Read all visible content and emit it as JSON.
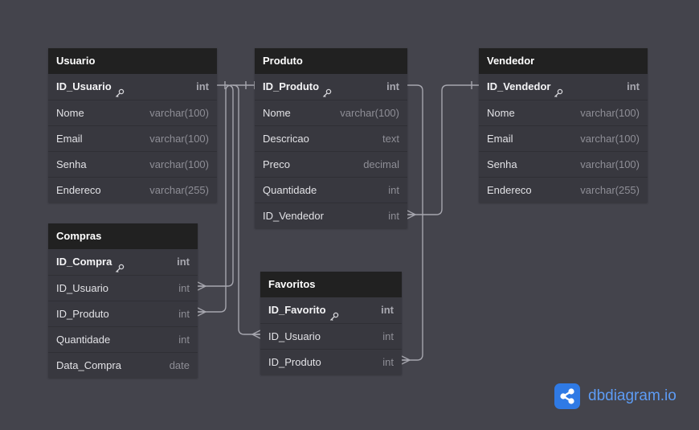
{
  "tables": {
    "usuario": {
      "name": "Usuario",
      "fields": [
        {
          "name": "ID_Usuario",
          "type": "int",
          "pk": true
        },
        {
          "name": "Nome",
          "type": "varchar(100)"
        },
        {
          "name": "Email",
          "type": "varchar(100)"
        },
        {
          "name": "Senha",
          "type": "varchar(100)"
        },
        {
          "name": "Endereco",
          "type": "varchar(255)"
        }
      ]
    },
    "produto": {
      "name": "Produto",
      "fields": [
        {
          "name": "ID_Produto",
          "type": "int",
          "pk": true
        },
        {
          "name": "Nome",
          "type": "varchar(100)"
        },
        {
          "name": "Descricao",
          "type": "text"
        },
        {
          "name": "Preco",
          "type": "decimal"
        },
        {
          "name": "Quantidade",
          "type": "int"
        },
        {
          "name": "ID_Vendedor",
          "type": "int"
        }
      ]
    },
    "vendedor": {
      "name": "Vendedor",
      "fields": [
        {
          "name": "ID_Vendedor",
          "type": "int",
          "pk": true
        },
        {
          "name": "Nome",
          "type": "varchar(100)"
        },
        {
          "name": "Email",
          "type": "varchar(100)"
        },
        {
          "name": "Senha",
          "type": "varchar(100)"
        },
        {
          "name": "Endereco",
          "type": "varchar(255)"
        }
      ]
    },
    "compras": {
      "name": "Compras",
      "fields": [
        {
          "name": "ID_Compra",
          "type": "int",
          "pk": true
        },
        {
          "name": "ID_Usuario",
          "type": "int"
        },
        {
          "name": "ID_Produto",
          "type": "int"
        },
        {
          "name": "Quantidade",
          "type": "int"
        },
        {
          "name": "Data_Compra",
          "type": "date"
        }
      ]
    },
    "favoritos": {
      "name": "Favoritos",
      "fields": [
        {
          "name": "ID_Favorito",
          "type": "int",
          "pk": true
        },
        {
          "name": "ID_Usuario",
          "type": "int"
        },
        {
          "name": "ID_Produto",
          "type": "int"
        }
      ]
    }
  },
  "relationships": [
    {
      "from": "Compras.ID_Usuario",
      "to": "Usuario.ID_Usuario",
      "cardinality": "many-to-one"
    },
    {
      "from": "Compras.ID_Produto",
      "to": "Produto.ID_Produto",
      "cardinality": "many-to-one"
    },
    {
      "from": "Favoritos.ID_Usuario",
      "to": "Usuario.ID_Usuario",
      "cardinality": "many-to-one"
    },
    {
      "from": "Favoritos.ID_Produto",
      "to": "Produto.ID_Produto",
      "cardinality": "many-to-one"
    },
    {
      "from": "Produto.ID_Vendedor",
      "to": "Vendedor.ID_Vendedor",
      "cardinality": "many-to-one"
    }
  ],
  "colors": {
    "background": "#44444c",
    "table_header": "#212121",
    "table_body": "#38383f",
    "wire": "#a6a6ae",
    "brand": "#2f7ae5"
  },
  "brand": {
    "name": "dbdiagram",
    "tld": ".io",
    "icon": "share-icon"
  }
}
